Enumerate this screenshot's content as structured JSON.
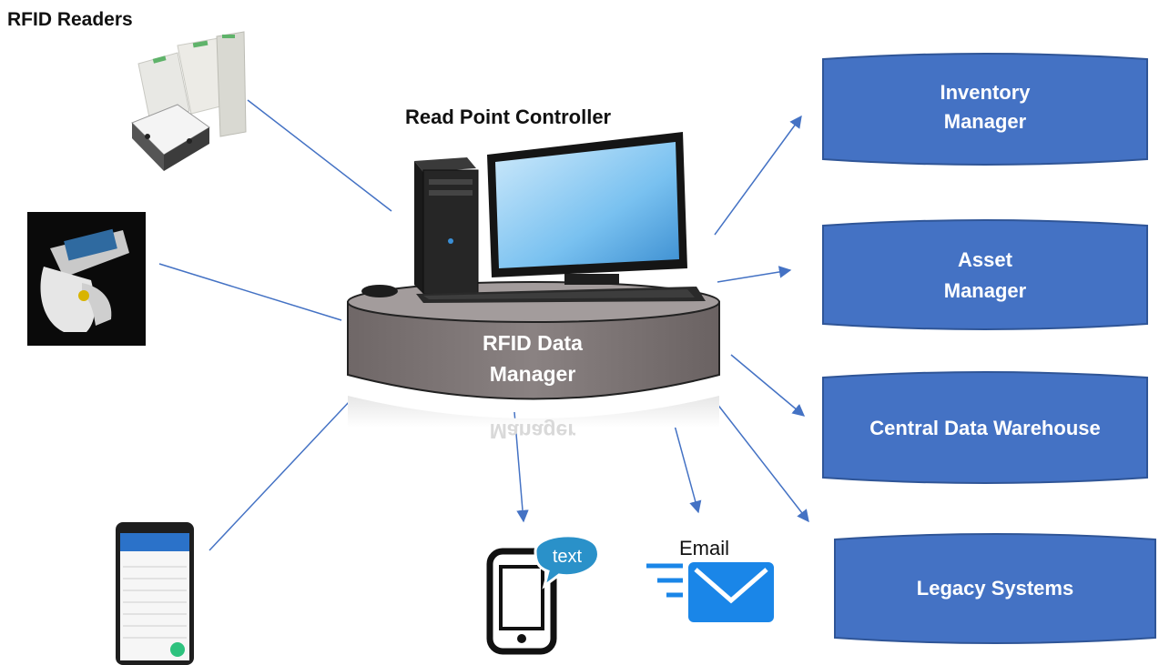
{
  "readers": {
    "title": "RFID Readers"
  },
  "controller": {
    "title": "Read Point Controller"
  },
  "data_manager": {
    "line1": "RFID Data",
    "line2": "Manager",
    "reflection": "Manager"
  },
  "systems": [
    {
      "line1": "Inventory",
      "line2": "Manager"
    },
    {
      "line1": "Asset",
      "line2": "Manager"
    },
    {
      "line1": "Central Data Warehouse",
      "line2": ""
    },
    {
      "line1": "Legacy Systems",
      "line2": ""
    }
  ],
  "notifications": {
    "text_bubble": "text",
    "email_label": "Email"
  },
  "colors": {
    "system_fill": "#4472c4",
    "system_edge": "#2f5597",
    "connector": "#4472c4",
    "drum_fill": "#7f7777"
  }
}
